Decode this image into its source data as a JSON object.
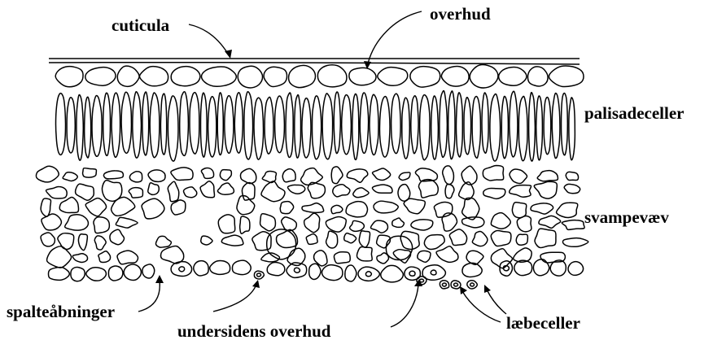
{
  "labels": {
    "cuticula": "cuticula",
    "overhud": "overhud",
    "palisadeceller": "palisadeceller",
    "svampevaev": "svampevæv",
    "spalteabninger": "spalteåbninger",
    "undersidens_overhud": "undersidens overhud",
    "laebeceller": "læbeceller"
  }
}
